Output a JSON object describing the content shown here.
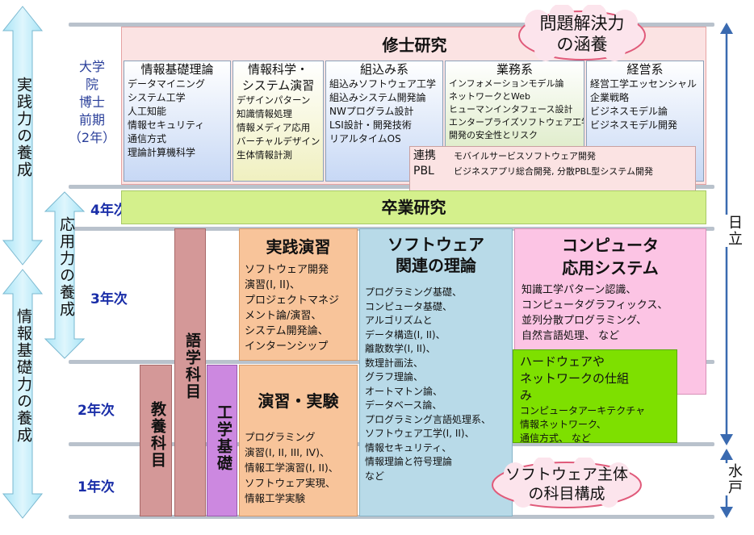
{
  "left_arrows": {
    "practice": "実践力の養成",
    "info_basic": "情報基礎力の養成",
    "applied": "応用力の養成"
  },
  "grad_label": "大学\n院\n博士\n前期\n（2年）",
  "years": {
    "y4": "4年次",
    "y3": "3年次",
    "y2": "2年次",
    "y1": "1年次"
  },
  "master": {
    "title": "修士研究",
    "groups": [
      {
        "title": "情報基礎理論",
        "items": "データマイニング\nシステム工学\n人工知能\n情報セキュリティ\n通信方式\n理論計算機科学"
      },
      {
        "title": "情報科学・\nシステム演習",
        "items": "デザインパターン\n知識情報処理\n情報メディア応用\nバーチャルデザイン\n生体情報計測"
      },
      {
        "title": "組込み系",
        "items": "組込みソフトウェア工学\n組込みシステム開発論\nNWプログラム設計\nLSI設計・開発技術\nリアルタイムOS"
      },
      {
        "title": "業務系",
        "items": "インフォメーションモデル論\nネットワークとWeb\nヒューマンインタフェース設計\nエンタープライズソフトウェア工学\n開発の安全性とリスク"
      },
      {
        "title": "経営系",
        "items": "経営工学エッセンシャル\n企業戦略\nビジネスモデル論\nビジネスモデル開発"
      }
    ],
    "pbl": {
      "label": "連携\nPBL",
      "items": "モバイルサービスソフトウェア開発\nビジネスアプリ総合開発, 分散PBL型システム開発"
    }
  },
  "graduation": "卒業研究",
  "liberal": "教養科目",
  "language": "語学科目",
  "engineering": "工学基礎",
  "practice_ex": {
    "title": "実践演習",
    "items": "ソフトウェア開発\n演習(I, II)、\nプロジェクトマネジ\nメント論/演習、\nシステム開発論、\nインターンシップ"
  },
  "exercise": {
    "title": "演習・実験",
    "items": "プログラミング\n演習(I, II, III, IV)、\n情報工学演習(I, II)、\nソフトウェア実現、\n情報工学実験"
  },
  "software_theory": {
    "title": "ソフトウェア\n関連の理論",
    "items": "プログラミング基礎、\nコンピュータ基礎、\nアルゴリズムと\nデータ構造(I, II)、\n離散数学(I, II)、\n数理計画法、\nグラフ理論、\nオートマトン論、\nデータベース論、\nプログラミング言語処理系、\nソフトウェア工学(I, II)、\n情報セキュリティ、\n情報理論と符号理論\nなど"
  },
  "computer_app": {
    "title": "コンピュータ\n応用システム",
    "items": "知識工学パターン認識、\nコンピュータグラフィックス、\n並列分散プログラミング、\n自然言語処理、 など"
  },
  "hardware": {
    "title": "ハードウェアや\nネットワークの仕組\nみ",
    "items": "コンピュータアーキテクチャ\n情報ネットワーク、\n通信方式、 など"
  },
  "cloud_top": "問題解決力\nの涵養",
  "cloud_bottom": "ソフトウェア主体\nの科目構成",
  "campus_hitachi": "日立",
  "campus_mito": "水戸"
}
